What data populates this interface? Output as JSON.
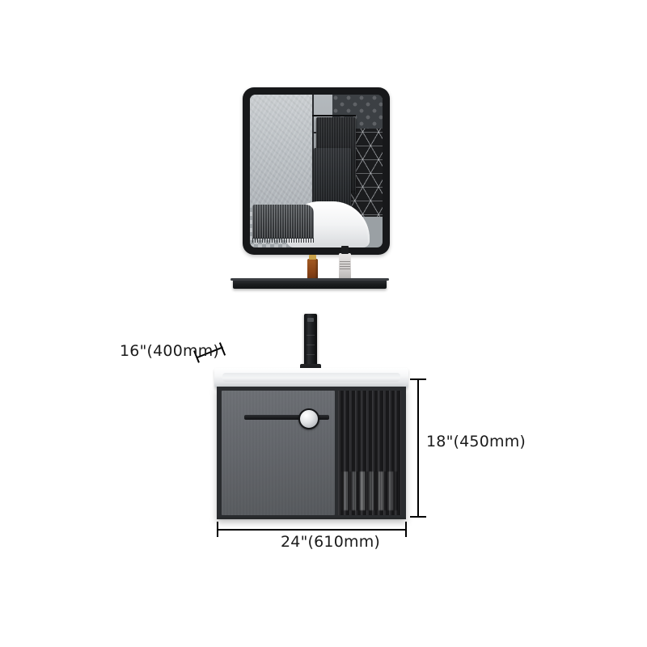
{
  "product": {
    "name": "Wall-mounted bathroom vanity set",
    "type": "product-dimension-diagram"
  },
  "dimensions": {
    "depth": "16\"(400mm)",
    "height": "18\"(450mm)",
    "width": "24\"(610mm)"
  },
  "colors": {
    "background": "#ffffff",
    "cabinet_body": "#2a2c2f",
    "drawer_front": "#63666b",
    "fluted_panel": "#232326",
    "countertop": "#ffffff",
    "frame_black": "#17181a",
    "dimension_line": "#000000",
    "dimension_text": "#1b1b1b",
    "knob_chrome": "#e2e4e6"
  },
  "components": {
    "mirror": {
      "name": "rounded rectangular framed mirror",
      "frame": "black",
      "reflection": [
        "light grey wall panels",
        "black geometric cube tile wall",
        "two dark grey hanging towels",
        "white freestanding bathtub",
        "dark grey bath mat"
      ]
    },
    "shelf": {
      "name": "black wall shelf",
      "items": [
        "amber bottle",
        "white labeled bottle"
      ]
    },
    "faucet": {
      "name": "tall square black faucet"
    },
    "basin": {
      "name": "white integrated ceramic basin countertop"
    },
    "cabinet": {
      "name": "wall-mounted vanity cabinet",
      "drawer": "grey drawer front",
      "handle": "black bar handle",
      "knob": "round chrome knob",
      "side_panel": "dark fluted glass storage panel"
    }
  }
}
